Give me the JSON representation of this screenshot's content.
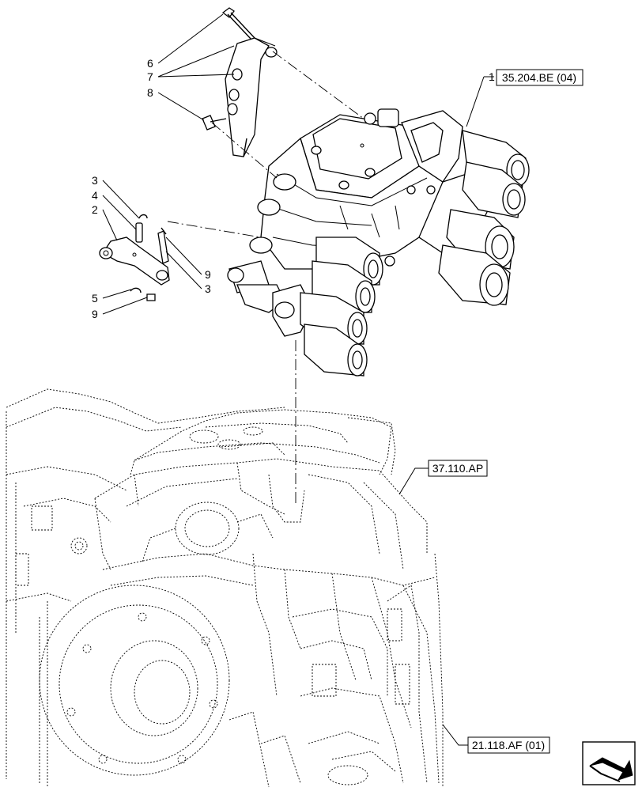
{
  "callouts": {
    "c1": "1",
    "c2": "2",
    "c3a": "3",
    "c3b": "3",
    "c4": "4",
    "c5": "5",
    "c6": "6",
    "c7": "7",
    "c8": "8",
    "c9a": "9",
    "c9b": "9"
  },
  "references": {
    "valve_ref": "35.204.BE (04)",
    "housing_ref": "37.110.AP",
    "transmission_ref": "21.118.AF (01)"
  },
  "nav_icon": "next-page-arrow-icon"
}
